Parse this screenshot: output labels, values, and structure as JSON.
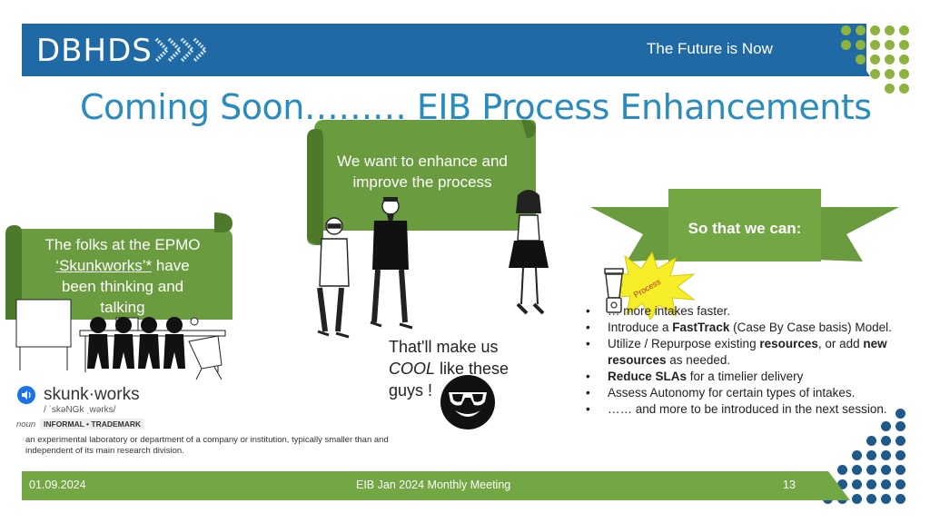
{
  "header": {
    "logo": "DBHDS",
    "tagline": "The Future is Now"
  },
  "title": "Coming Soon……… EIB Process Enhancements",
  "banners": {
    "enhance": "We want to enhance and improve the process",
    "folks_line1": "The folks at the EPMO",
    "folks_link": "‘Skunkworks’*",
    "folks_line2": " have",
    "folks_line3": "been thinking and",
    "folks_line4": "talking",
    "so_that": "So that we can:"
  },
  "starburst": "Process",
  "cool": {
    "line1": "That'll make us",
    "cool_word": "COOL",
    "line2_rest": " like these",
    "line3": "guys !"
  },
  "bullets": [
    {
      "pre": "… more intakes faster.",
      "bold": "",
      "post": ""
    },
    {
      "pre": "Introduce a ",
      "bold": "FastTrack",
      "post": " (Case By Case basis) Model."
    },
    {
      "pre": "Utilize / Repurpose existing ",
      "bold": "resources",
      "post": ", or add ",
      "bold2": "new resources",
      "post2": " as needed."
    },
    {
      "pre": "",
      "bold": "Reduce SLAs",
      "post": " for a timelier delivery"
    },
    {
      "pre": "Assess Autonomy for certain types of intakes.",
      "bold": "",
      "post": ""
    },
    {
      "pre": "…… and more to be introduced in the next session.",
      "bold": "",
      "post": ""
    }
  ],
  "dictionary": {
    "word": "skunk·works",
    "pronunciation": "/ ˈskəNGk ˌwərks/",
    "part_of_speech": "noun",
    "tag": "INFORMAL • TRADEMARK",
    "definition": "an experimental laboratory or department of a company or institution, typically smaller than and independent of its main research division."
  },
  "footer": {
    "date": "01.09.2024",
    "meeting": "EIB Jan 2024 Monthly Meeting",
    "page": "13"
  },
  "colors": {
    "header_blue": "#1f6aa5",
    "title_blue": "#2a8bbf",
    "banner_green": "#6a9b3e",
    "footer_green": "#72a744",
    "dot_green": "#8db33f",
    "dot_navy": "#1f5a8a",
    "starburst": "#f7ee2a"
  }
}
